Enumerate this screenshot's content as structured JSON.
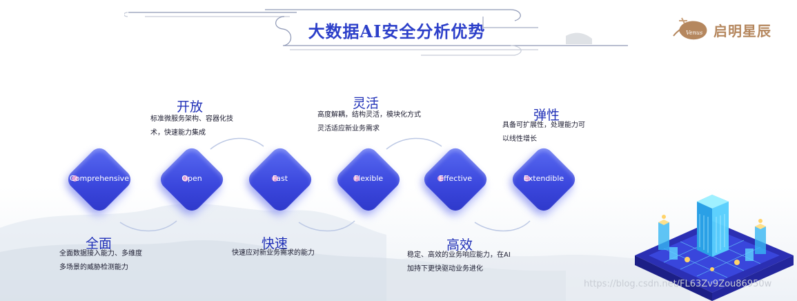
{
  "title": "大数据AI安全分析优势",
  "logo": {
    "text": "启明星辰",
    "icon": "venus-logo-icon",
    "brand_color": "#b5875e"
  },
  "accent_color": "#3a46dc",
  "nodes": [
    {
      "key": "comprehensive",
      "label": "Comprehensive",
      "heading": "全面",
      "desc": [
        "全面数据接入能力、多维度",
        "多场景的威胁检测能力"
      ]
    },
    {
      "key": "open",
      "label": "Open",
      "heading": "开放",
      "desc": [
        "标准微服务架构、容器化技",
        "术，快速能力集成"
      ]
    },
    {
      "key": "fast",
      "label": "Fast",
      "heading": "快速",
      "desc": [
        "快速应对新业务需求的能力"
      ]
    },
    {
      "key": "flexible",
      "label": "Flexible",
      "heading": "灵活",
      "desc": [
        "高度解耦，结构灵活，模块化方式",
        "灵活适应新业务需求"
      ]
    },
    {
      "key": "effective",
      "label": "Effective",
      "heading": "高效",
      "desc": [
        "稳定、高效的业务响应能力，在AI",
        "加持下更快驱动业务进化"
      ]
    },
    {
      "key": "extendible",
      "label": "Extendible",
      "heading": "弹性",
      "desc": [
        "具备可扩展性，处理能力可",
        "以线性增长"
      ]
    }
  ],
  "watermark": "https://blog.csdn.net/FL63Zv9Zou86950w"
}
